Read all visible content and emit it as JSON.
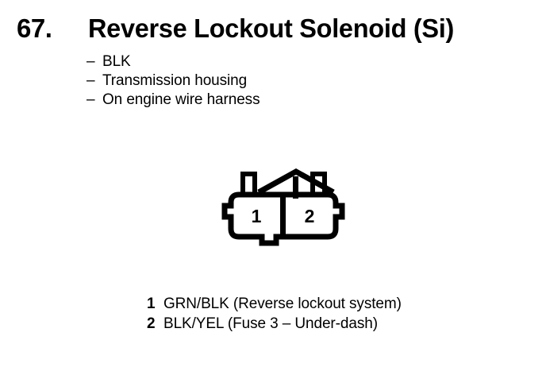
{
  "page": {
    "background_color": "#ffffff",
    "ink_color": "#000000"
  },
  "header": {
    "number": "67.",
    "title": "Reverse Lockout Solenoid (Si)"
  },
  "bullets": [
    {
      "dash": "–",
      "label": "BLK"
    },
    {
      "dash": "–",
      "label": "Transmission housing"
    },
    {
      "dash": "–",
      "label": "On engine wire harness"
    }
  ],
  "connector": {
    "name": "2-pin connector",
    "cavities": [
      {
        "number": "1"
      },
      {
        "number": "2"
      }
    ]
  },
  "legend": [
    {
      "number": "1",
      "text": "GRN/BLK (Reverse lockout system)"
    },
    {
      "number": "2",
      "text": "BLK/YEL (Fuse 3 – Under-dash)"
    }
  ]
}
